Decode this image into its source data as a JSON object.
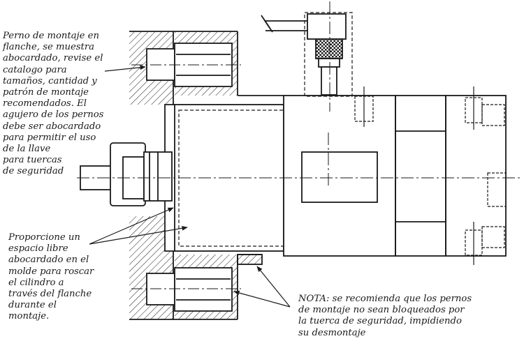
{
  "notes": {
    "mounting_bolt": "Perno de montaje en\nflanche, se muestra\nabocardado, revise el\ncatalogo para\ntamaños, cantidad y\npatrón de montaje\nrecomendados. El\nagujero de los pernos\ndebe ser abocardado\npara permitir el uso\nde la llave\npara tuercas\nde seguridad",
    "clearance": "Proporcione un\nespacio libre\nabocardado en el\nmolde para roscar\nel cilindro a\ntravés del flanche\ndurante el\nmontaje.",
    "nota": "NOTA: se recomienda que los pernos\nde montaje no sean bloqueados por\nla tuerca de seguridad, impidiendo\nsu desmontaje"
  },
  "colors": {
    "ink": "#1a1a1a",
    "background": "#ffffff"
  }
}
